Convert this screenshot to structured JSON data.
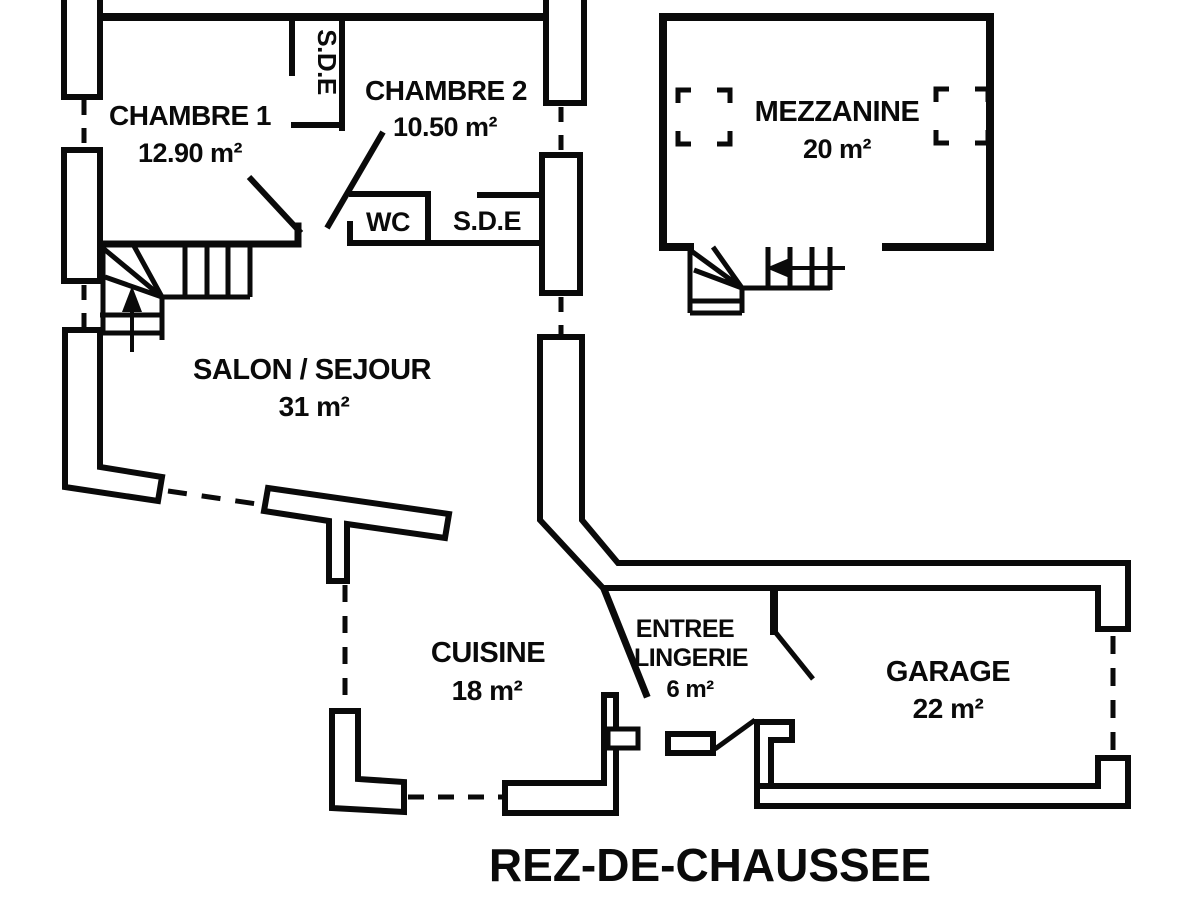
{
  "plan": {
    "title": "REZ-DE-CHAUSSEE",
    "colors": {
      "ink": "#0a0a0a",
      "paper": "#ffffff"
    },
    "rooms": {
      "chambre1": {
        "name": "CHAMBRE 1",
        "area": "12.90 m²"
      },
      "sde_upper": {
        "name": "S.D.E"
      },
      "chambre2": {
        "name": "CHAMBRE 2",
        "area": "10.50 m²"
      },
      "wc": {
        "name": "WC"
      },
      "sde_lower": {
        "name": "S.D.E"
      },
      "mezzanine": {
        "name": "MEZZANINE",
        "area": "20 m²"
      },
      "salon": {
        "name": "SALON / SEJOUR",
        "area": "31 m²"
      },
      "cuisine": {
        "name": "CUISINE",
        "area": "18 m²"
      },
      "entree": {
        "name": "ENTREE",
        "name2": "LINGERIE",
        "area": "6 m²"
      },
      "garage": {
        "name": "GARAGE",
        "area": "22 m²"
      }
    }
  }
}
